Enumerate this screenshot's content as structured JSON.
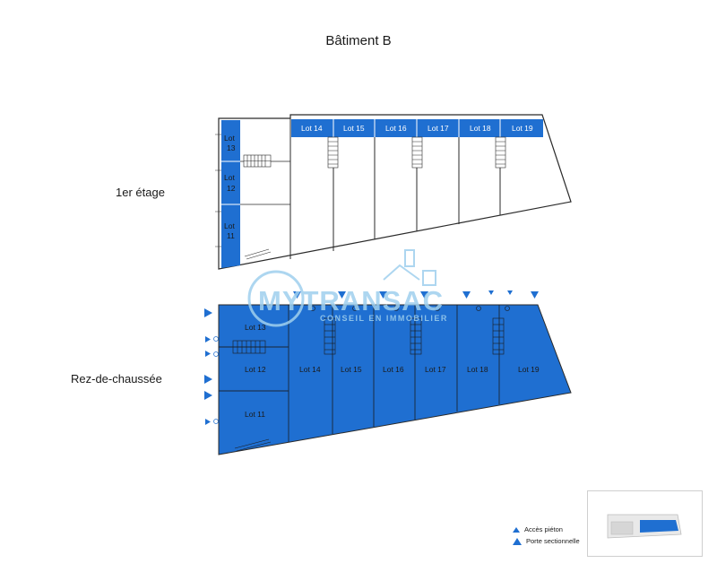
{
  "title": "Bâtiment B",
  "levels": {
    "upper": "1er étage",
    "ground": "Rez-de-chaussée"
  },
  "lots": {
    "l11": "Lot 11",
    "l12": "Lot 12",
    "l13": "Lot 13",
    "l14": "Lot 14",
    "l15": "Lot 15",
    "l16": "Lot 16",
    "l17": "Lot 17",
    "l18": "Lot 18",
    "l19": "Lot 19"
  },
  "upper_side_lots": {
    "l13a": "Lot",
    "l13b": "13",
    "l12a": "Lot",
    "l12b": "12",
    "l11a": "Lot",
    "l11b": "11"
  },
  "watermark": {
    "brand": "MYTRANSAC",
    "tagline": "CONSEIL EN IMMOBILIER"
  },
  "legend": {
    "pedestrian": "Accès piéton",
    "sectional": "Porte sectionnelle"
  },
  "colors": {
    "blue": "#1f6fd1",
    "line": "#2a2a2a",
    "watermark": "#9fd0ee"
  }
}
